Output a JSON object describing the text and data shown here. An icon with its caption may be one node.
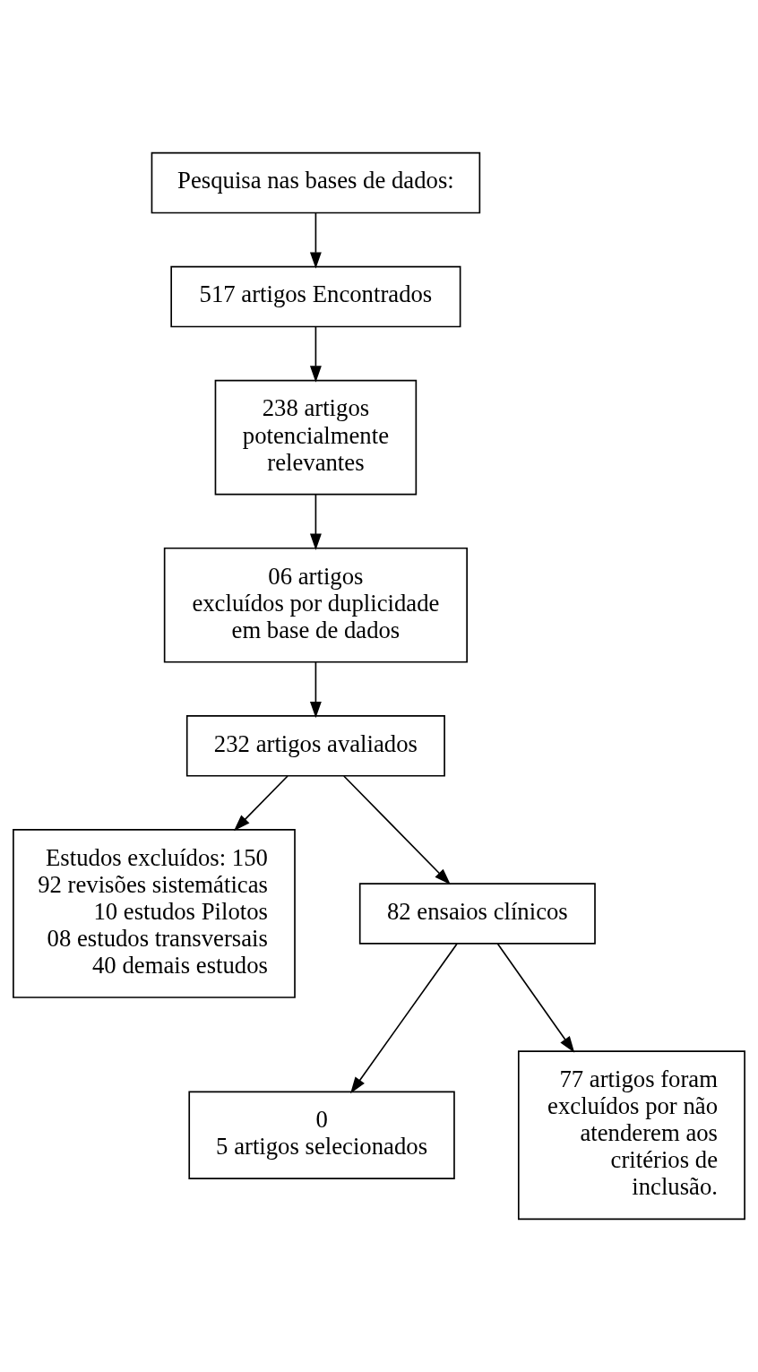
{
  "diagram": {
    "nodes": [
      {
        "text": [
          "Pesquisa nas bases de dados:"
        ]
      },
      {
        "text": [
          "517 artigos Encontrados"
        ]
      },
      {
        "text": [
          "238 artigos potencialmente relevantes"
        ]
      },
      {
        "text": [
          "06 artigos",
          "excluídos por duplicidade em base de dados"
        ]
      },
      {
        "text": [
          "232 artigos avaliados"
        ]
      },
      {
        "text": [
          "Estudos excluídos: 150",
          "92 revisões sistemáticas",
          "10 estudos Pilotos",
          "08 estudos transversais",
          "40 demais estudos"
        ]
      },
      {
        "text": [
          "82 ensaios clínicos"
        ]
      },
      {
        "text": [
          "0",
          "5 artigos selecionados"
        ]
      },
      {
        "text": [
          "77 artigos foram excluídos por não atenderem aos critérios de inclusão."
        ]
      }
    ],
    "edges": [
      {
        "from": 0,
        "to": 1,
        "arrow": "to"
      },
      {
        "from": 1,
        "to": 2,
        "arrow": "to"
      },
      {
        "from": 2,
        "to": 3,
        "arrow": "to"
      },
      {
        "from": 3,
        "to": 4,
        "arrow": "to"
      },
      {
        "from": 4,
        "to": 6,
        "arrow": "to"
      },
      {
        "from": 4,
        "to": 5,
        "arrow": "to"
      },
      {
        "from": 6,
        "to": 7,
        "arrow": "to"
      },
      {
        "from": 6,
        "to": 8,
        "arrow": "to"
      }
    ]
  }
}
